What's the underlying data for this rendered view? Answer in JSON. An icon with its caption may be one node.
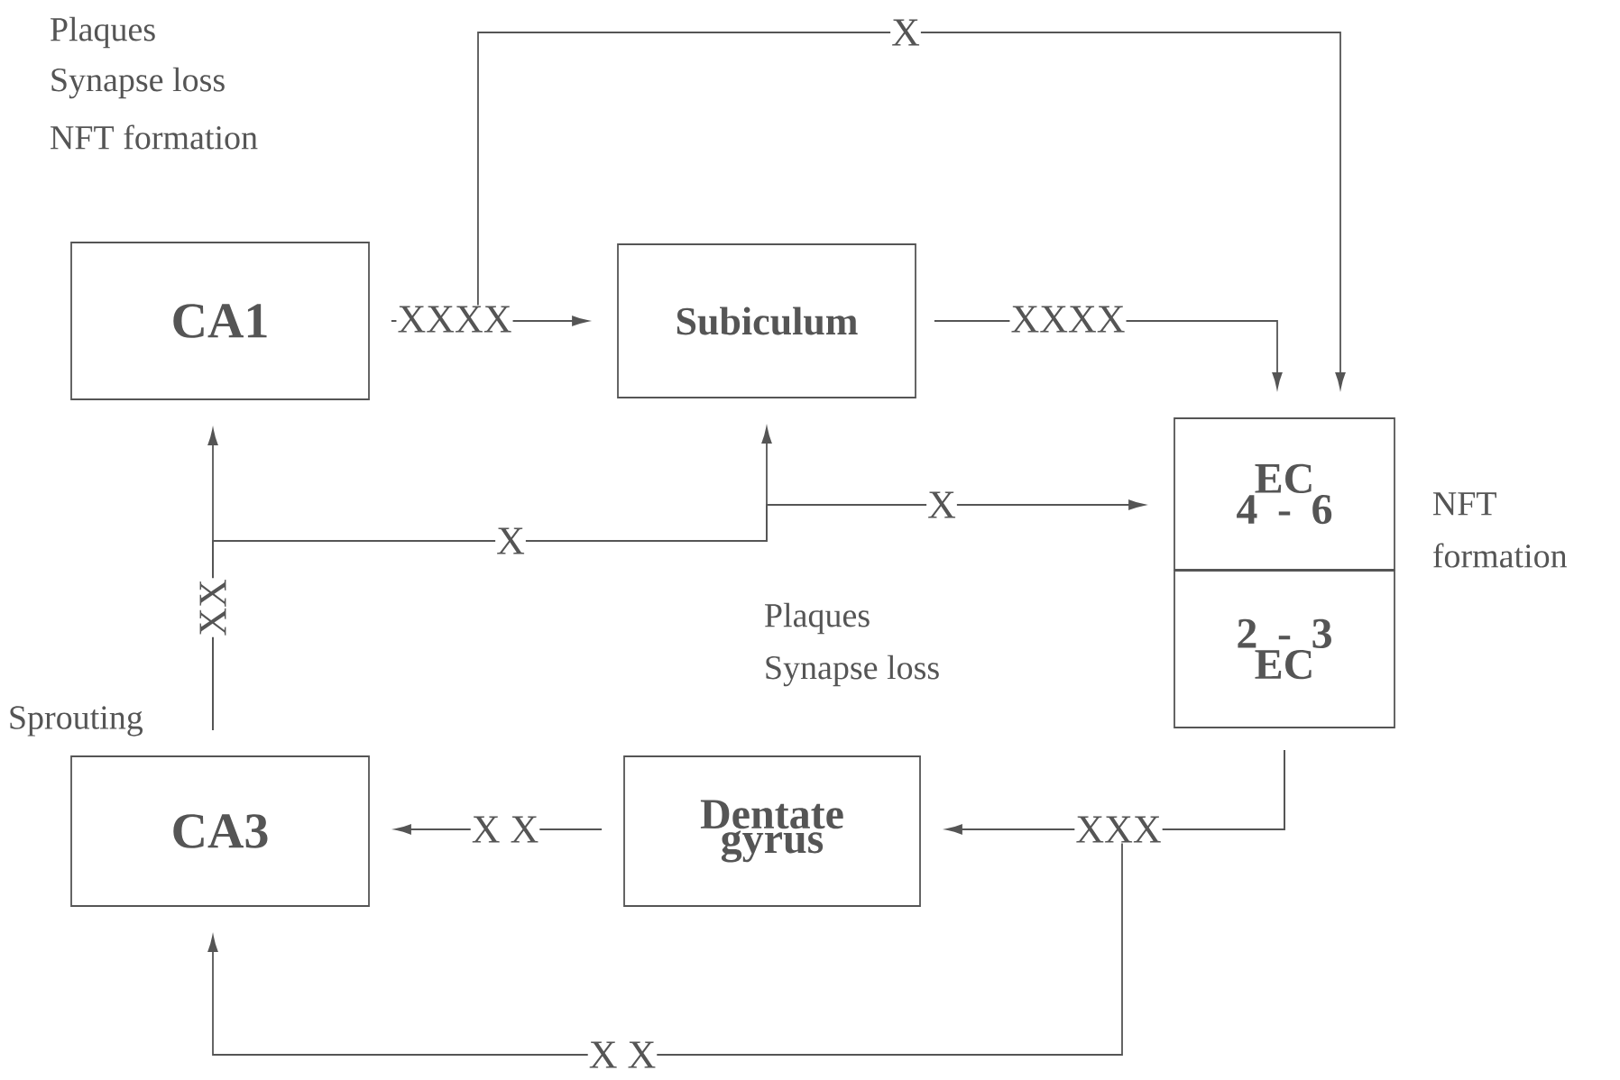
{
  "diagram": {
    "nodes": [
      {
        "text": [
          "CA1"
        ]
      },
      {
        "text": [
          "Subiculum"
        ]
      },
      {
        "text": [
          "EC 4 - 6"
        ],
        "beside": [
          "NFT formation"
        ]
      },
      {
        "text": [
          "2 - 3 EC"
        ]
      },
      {
        "text": [
          "Dentate gyrus"
        ]
      },
      {
        "text": [
          "CA3"
        ]
      }
    ],
    "edges": [
      {
        "from": 0,
        "to": 1,
        "arrow": "to",
        "label": "XXXX"
      },
      {
        "from": 1,
        "to": 2,
        "arrow": "to",
        "label": "XXXX"
      },
      {
        "from": 0,
        "to": 2,
        "arrow": "to",
        "label": "X"
      },
      {
        "from": 5,
        "to": 0,
        "arrow": "to",
        "label": "XX"
      },
      {
        "from": 5,
        "to": 1,
        "arrow": "to",
        "label": "X"
      },
      {
        "from": 5,
        "to": 2,
        "arrow": "to",
        "label": "X"
      },
      {
        "from": 3,
        "to": 4,
        "arrow": "to",
        "label": "XXX"
      },
      {
        "from": 4,
        "to": 5,
        "arrow": "to",
        "label": "X X"
      },
      {
        "from": 3,
        "to": 5,
        "arrow": "to",
        "label": "X X"
      }
    ],
    "labels": [
      "Plaques",
      "Synapse loss",
      "NFT formation",
      "Plaques",
      "Synapse loss",
      "Sprouting"
    ]
  }
}
